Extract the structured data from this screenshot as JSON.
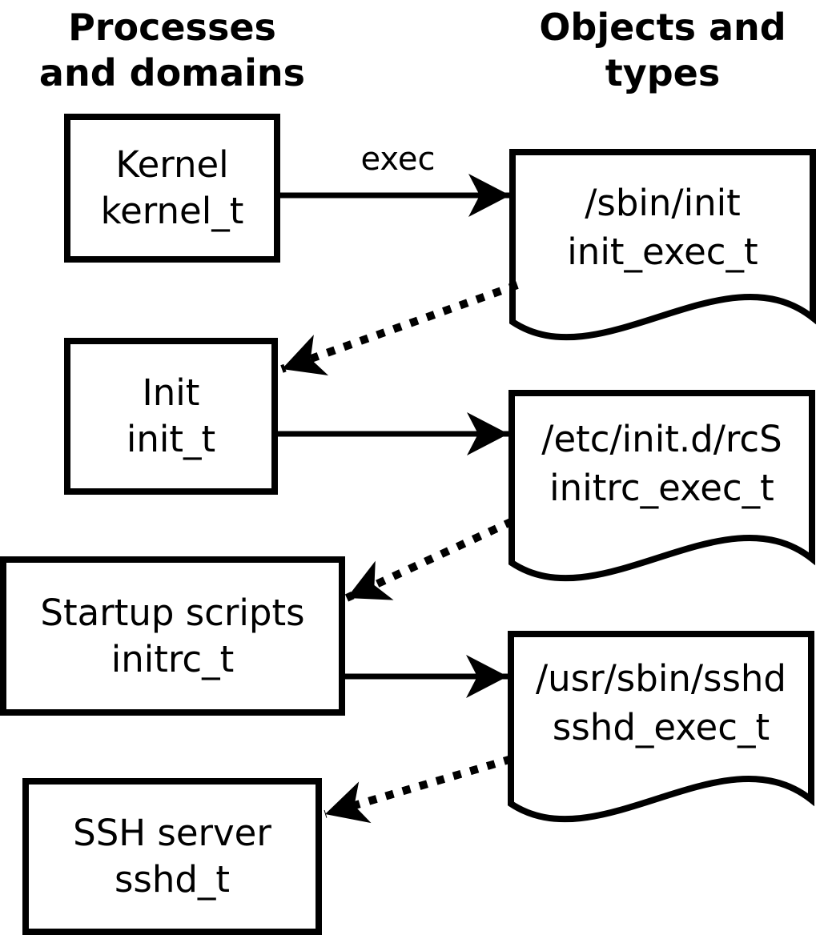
{
  "headers": {
    "left": {
      "line1": "Processes",
      "line2": "and domains"
    },
    "right": {
      "line1": "Objects and",
      "line2": "types"
    }
  },
  "process_boxes": [
    {
      "name": "Kernel",
      "type_label": "kernel_t"
    },
    {
      "name": "Init",
      "type_label": "init_t"
    },
    {
      "name": "Startup scripts",
      "type_label": "initrc_t"
    },
    {
      "name": "SSH server",
      "type_label": "sshd_t"
    }
  ],
  "object_docs": [
    {
      "path": "/sbin/init",
      "type_label": "init_exec_t"
    },
    {
      "path": "/etc/init.d/rcS",
      "type_label": "initrc_exec_t"
    },
    {
      "path": "/usr/sbin/sshd",
      "type_label": "sshd_exec_t"
    }
  ],
  "edge_labels": {
    "exec": "exec"
  },
  "colors": {
    "ink": "#000000",
    "background": "#ffffff"
  }
}
